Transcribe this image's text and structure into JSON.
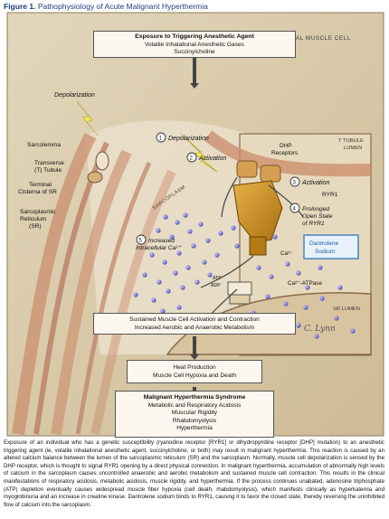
{
  "figure_title": {
    "label": "Figure 1.",
    "text": "Pathophysiology of Acute Malignant Hyperthermia"
  },
  "boxes": {
    "trigger": {
      "head": "Exposure to Triggering Anesthetic Agent",
      "line1": "Volatile Inhalational Anesthetic Gases",
      "line2": "Succinylcholine"
    },
    "activation": {
      "line1": "Sustained Muscle Cell Activation and Contraction",
      "line2": "Increased Aerobic and Anaerobic Metabolism"
    },
    "heat": {
      "line1": "Heat Production",
      "line2": "Muscle Cell Hypoxia and Death"
    },
    "syndrome": {
      "head": "Malignant Hyperthermia Syndrome",
      "items": [
        "Metabolic and Respiratory Acidosis",
        "Muscular Rigidity",
        "Rhabdomyolysis",
        "Hyperthermia"
      ]
    }
  },
  "labels": {
    "skeletal_muscle_cell": "SKELETAL MUSCLE CELL",
    "depolarization": "Depolarization",
    "sarcolemma": "Sarcolemma",
    "transverse_tubule": [
      "Transverse",
      "(T) Tubule"
    ],
    "terminal_cisterna": [
      "Terminal",
      "Cisterna of SR"
    ],
    "sarcoplasmic_reticulum": [
      "Sarcoplasmic",
      "Reticulum",
      "(SR)"
    ],
    "sarcoplasm": "SARCOPLASM",
    "t_tubule_lumen": [
      "T TUBULE",
      "LUMEN"
    ],
    "dhp_receptors": [
      "DHP",
      "Receptors"
    ],
    "ryr1": "RYR1",
    "ca2_plus": "Ca²⁺",
    "dantrolene": [
      "Dantrolene",
      "Sodium"
    ],
    "atp": "ATP",
    "adp": "ADP",
    "ca_atpase": "Ca²⁺-ATPase",
    "sr_lumen": "SR LUMEN",
    "signature": "C. Lynn"
  },
  "steps": [
    {
      "num": "1",
      "text": [
        "Depolarization"
      ]
    },
    {
      "num": "2",
      "text": [
        "Activation"
      ]
    },
    {
      "num": "3",
      "text": [
        "Activation"
      ]
    },
    {
      "num": "4",
      "text": [
        "Prolonged",
        "Open State",
        "of RYR1"
      ]
    },
    {
      "num": "5",
      "text": [
        "Increased",
        "Intracellular Ca²⁺"
      ]
    }
  ],
  "caption": "Exposure of an individual who has a genetic susceptibility (ryanodine receptor [RYR1] or dihydropyridine receptor [DHP] mutation) to an anesthetic triggering agent (ie, volatile inhalational anesthetic agent, succinylcholine, or both) may result in malignant hyperthermia. This reaction is caused by an altered calcium balance between the lumen of the sarcoplasmic reticulum (SR) and the sarcoplasm. Normally, muscle cell depolarization is sensed by the DHP receptor, which is thought to signal RYR1 opening by a direct physical connection. In malignant hyperthermia, accumulation of abnormally high levels of calcium in the sarcoplasm causes uncontrolled anaerobic and aerobic metabolism and sustained muscle cell contraction. This results in the clinical manifestations of respiratory acidosis, metabolic acidosis, muscle rigidity, and hyperthermia. If the process continues unabated, adenosine triphosphate (ATP) depletion eventually causes widespread muscle fiber hypoxia (cell death, rhabdomyolysis), which manifests clinically as hyperkalemia and myoglobinuria and an increase in creatine kinase. Dantrolene sodium binds to RYR1, causing it to favor the closed state, thereby reversing the uninhibited flow of calcium into the sarcoplasm.",
  "colors": {
    "background_panel": "#d6c7a6",
    "sarcoplasm": "#e9dcc4",
    "cell_stripes": "#c98a6a",
    "ryr1": "#c98a1e",
    "dhp": "#d5a052",
    "calcium": "#6f6ac9",
    "arrow": "#f0e85a",
    "box_fill": "#fbf7ef",
    "dantrolene_border": "#3b7fc4",
    "title": "#1a3f7a"
  }
}
